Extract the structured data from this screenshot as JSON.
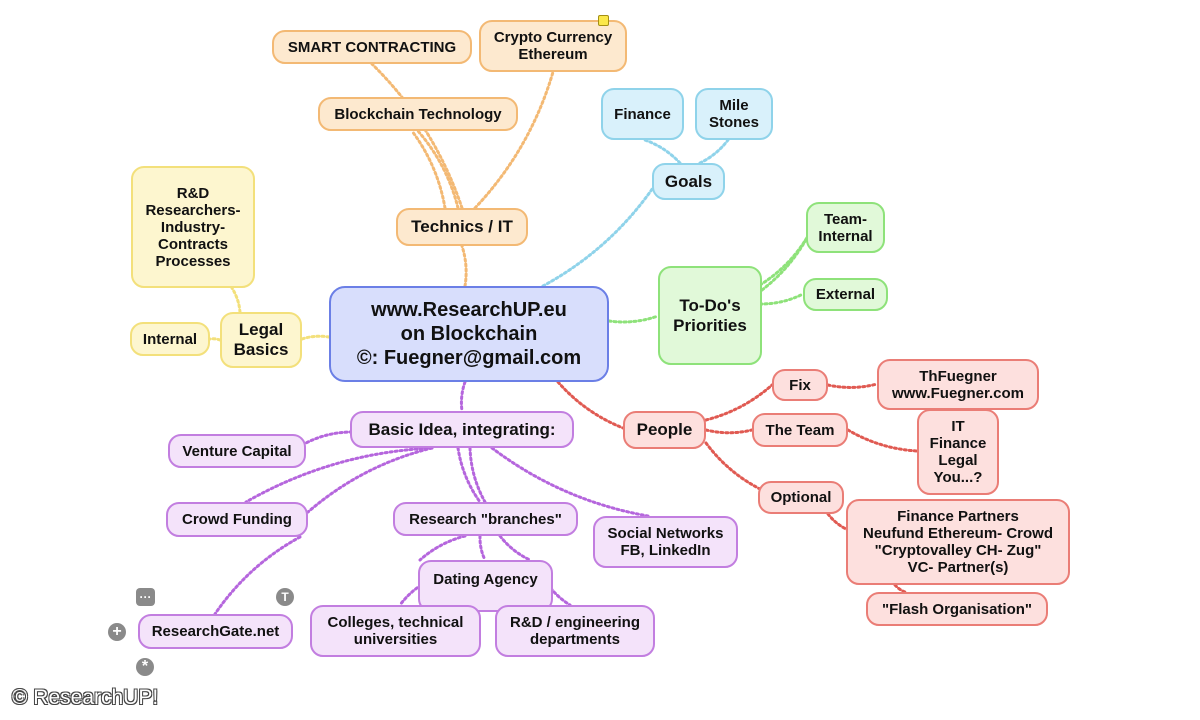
{
  "mindmap": {
    "center": {
      "label": "www.ResearchUP.eu\non Blockchain\n©: Fuegner@gmail.com"
    },
    "technics": {
      "label": "Technics / IT",
      "children": {
        "blockchain_technology": "Blockchain Technology",
        "smart_contracting": "SMART CONTRACTING",
        "crypto_currency": "Crypto Currency\nEthereum"
      }
    },
    "goals": {
      "label": "Goals",
      "children": {
        "finance": "Finance",
        "mile_stones": "Mile\nStones"
      }
    },
    "todo": {
      "label": "To-Do's\nPriorities",
      "children": {
        "team_internal": "Team-\nInternal",
        "external": "External"
      }
    },
    "legal": {
      "label": "Legal\nBasics",
      "children": {
        "rd_researchers": "R&D\nResearchers-\nIndustry-\nContracts\nProcesses",
        "internal": "Internal"
      }
    },
    "people": {
      "label": "People",
      "children": {
        "fix": "Fix",
        "fix_detail": "ThFuegner\nwww.Fuegner.com",
        "the_team": "The Team",
        "team_detail": "IT\nFinance\nLegal\nYou...?",
        "optional": "Optional",
        "finance_partners": "Finance Partners\nNeufund Ethereum- Crowd\n\"Cryptovalley CH- Zug\"\nVC- Partner(s)",
        "flash_organisation": "\"Flash Organisation\""
      }
    },
    "basic_idea": {
      "label": "Basic Idea, integrating:",
      "children": {
        "venture_capital": "Venture Capital",
        "crowd_funding": "Crowd Funding",
        "researchgate": "ResearchGate.net",
        "research_branches": "Research \"branches\"",
        "social_networks": "Social Networks\nFB, LinkedIn",
        "dating_agency": "Dating Agency",
        "colleges": "Colleges, technical\nuniversities",
        "rd_engineering": "R&D / engineering\ndepartments"
      }
    }
  },
  "toolbar": {
    "more": "···",
    "text": "T",
    "add": "+",
    "asterisk": "*"
  },
  "watermark": "© ResearchUP!",
  "colors": {
    "orange": "#f3b974",
    "blue": "#8fd3ea",
    "yellow": "#f3e07b",
    "green": "#8ee27a",
    "red": "#e05a52",
    "purple": "#b566dd",
    "center": "#6b7fe6"
  }
}
